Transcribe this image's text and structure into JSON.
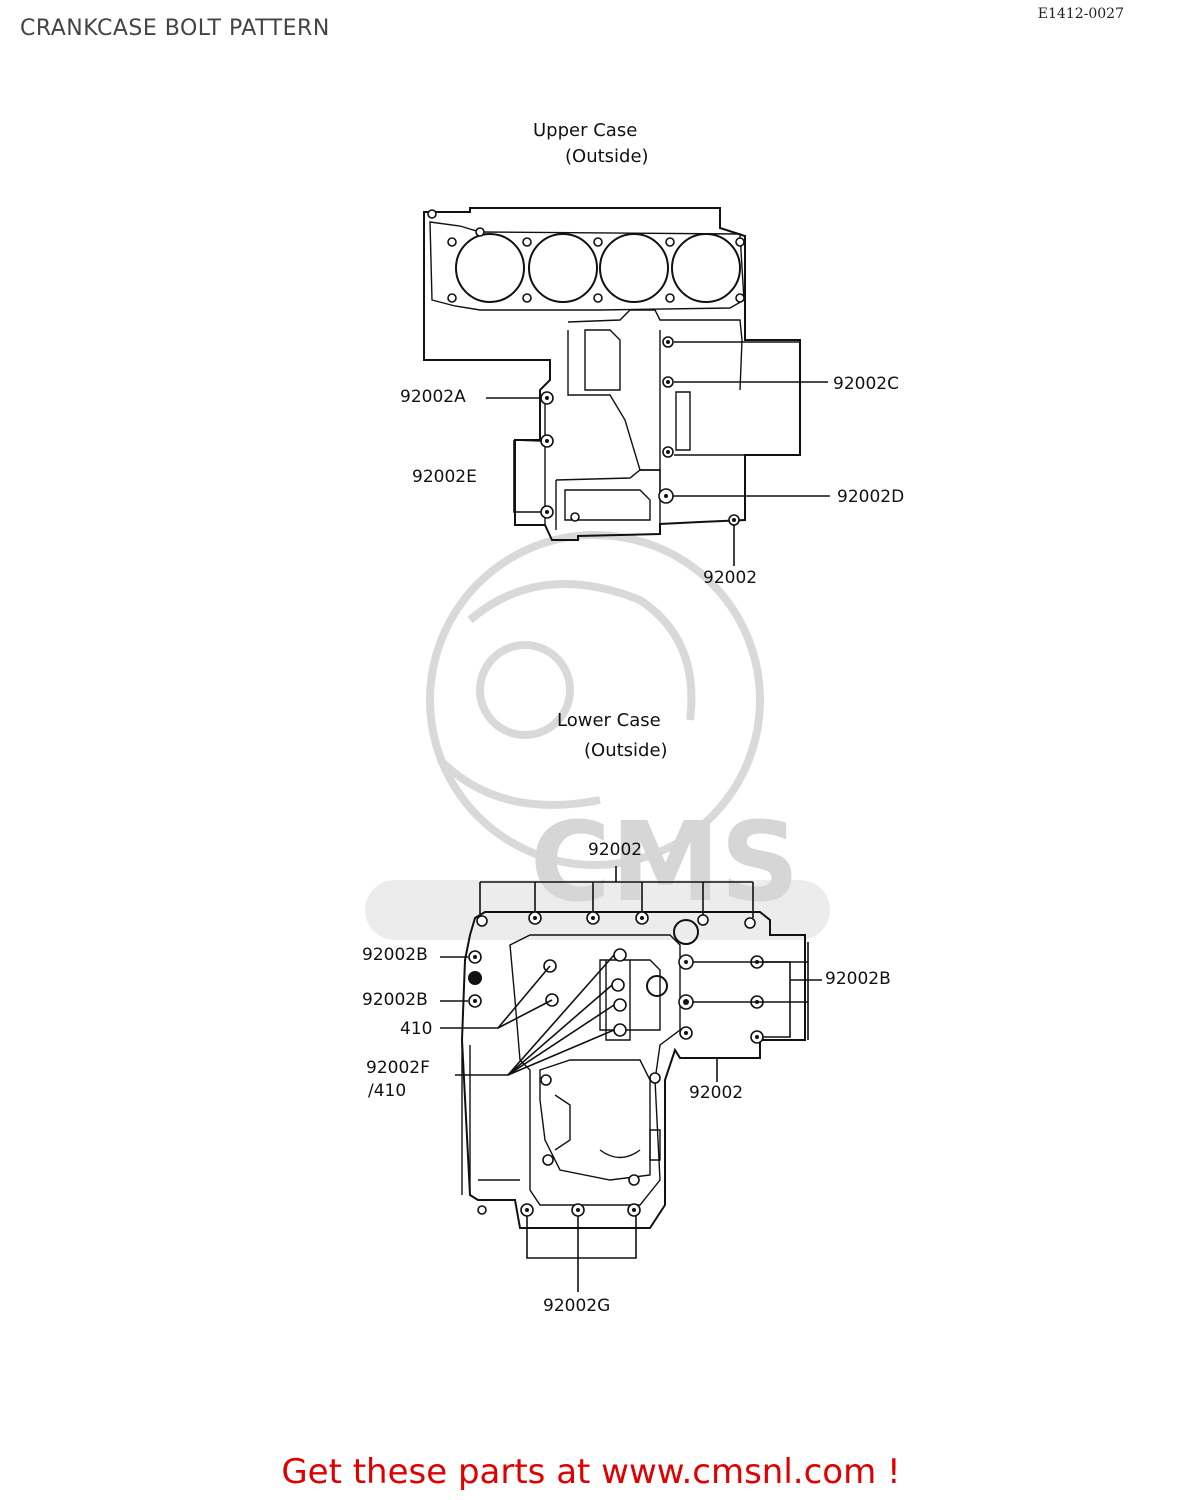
{
  "header": {
    "title": "CRANKCASE BOLT PATTERN",
    "code": "E1412-0027"
  },
  "upper": {
    "caption_line1": "Upper Case",
    "caption_line2": "(Outside)",
    "labels": {
      "a": "92002A",
      "c": "92002C",
      "e": "92002E",
      "d": "92002D",
      "plain": "92002"
    }
  },
  "lower": {
    "caption_line1": "Lower Case",
    "caption_line2": "(Outside)",
    "labels": {
      "top": "92002",
      "b_left_1": "92002B",
      "b_left_2": "92002B",
      "n410": "410",
      "f_line1": "92002F",
      "f_line2": "/410",
      "b_right": "92002B",
      "plain_right": "92002",
      "g": "92002G"
    }
  },
  "watermark": {
    "text": "CMS"
  },
  "footer": {
    "text": "Get these parts at www.cmsnl.com !"
  }
}
